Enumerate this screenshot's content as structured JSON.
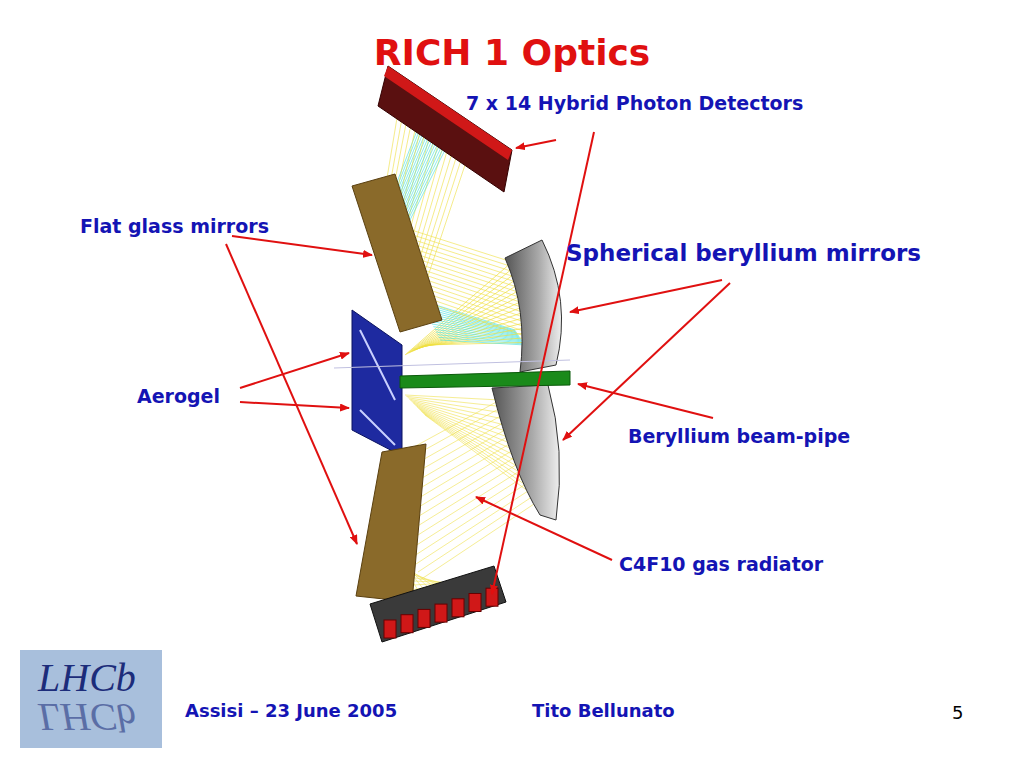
{
  "diagram": {
    "title": "RICH 1 Optics",
    "labels": [
      "7 x 14 Hybrid Photon Detectors",
      "Flat glass mirrors",
      "Spherical beryllium mirrors",
      "Aerogel",
      "Beryllium beam-pipe",
      "C4F10 gas radiator",
      "Assisi – 23 June 2005",
      "Tito Bellunato",
      "5",
      "LHCb",
      "LHCb"
    ]
  }
}
